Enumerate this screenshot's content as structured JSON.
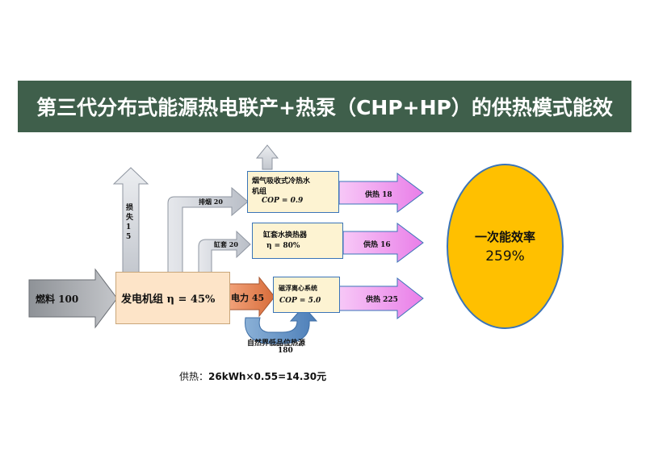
{
  "title": "第三代分布式能源热电联产+热泵（CHP+HP）的供热模式能效",
  "nodes": {
    "fuel": "燃料 100",
    "generator": "发电机组 η = 45%",
    "loss": "损失15",
    "exhaust_flow": "排烟 20",
    "jacket_flow": "缸套 20",
    "power_flow": "电力 45",
    "absorption_box": {
      "line1": "烟气吸收式冷热水",
      "line2": "机组",
      "line3": "COP = 0.9"
    },
    "jacket_box": {
      "line1": "缸套水换热器",
      "line2": "η = 80%"
    },
    "maglev_box": {
      "line1": "磁浮离心系统",
      "line2": "COP = 5.0"
    },
    "heat_out_1": "供热 18",
    "heat_out_2": "供热 16",
    "heat_out_3": "供热 225",
    "ambient_source": {
      "line1": "自然界低品位热源",
      "line2": "180"
    }
  },
  "efficiency": {
    "label": "一次能效率",
    "value": "259%"
  },
  "footer": {
    "prefix": "供热：",
    "formula": "26kWh×0.55=14.30元"
  },
  "colors": {
    "title_bg": "#3f5f4b",
    "heat_arrow": "#f09cf2",
    "power_arrow": "#e58a5a",
    "ellipse": "#ffc000",
    "flow_arrow": "#c8ccd4"
  }
}
